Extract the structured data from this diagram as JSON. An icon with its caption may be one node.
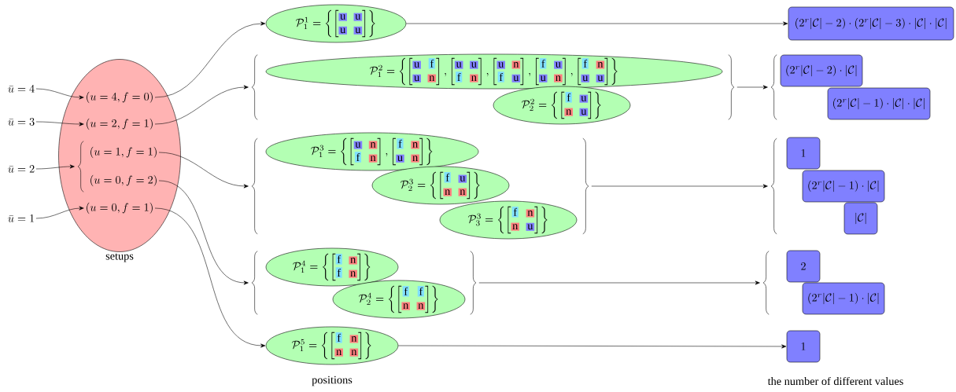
{
  "diagram": {
    "nodes": [
      {
        "text": [
          "\\bar{u} = 4"
        ]
      },
      {
        "text": [
          "\\bar{u} = 3"
        ]
      },
      {
        "text": [
          "\\bar{u} = 2"
        ]
      },
      {
        "text": [
          "\\bar{u} = 1"
        ]
      },
      {
        "text": [
          "setups"
        ]
      },
      {
        "text": [
          "(u = 4, f = 0)"
        ],
        "in": 4
      },
      {
        "text": [
          "(u = 2, f = 1)"
        ],
        "in": 4
      },
      {
        "text": [],
        "shape": "bracket",
        "in": 4
      },
      {
        "text": [
          "(u = 1, f = 1)"
        ],
        "in": 4
      },
      {
        "text": [
          "(u = 0, f = 2)"
        ],
        "in": 4
      },
      {
        "text": [
          "(u = 0, f = 1)"
        ],
        "in": 4
      },
      {
        "text": [
          "\\mathcal{P}^{1}_{1} = \\left\\{ \\begin{bmatrix} \\colorbox{cellu}{$\\mathrm{u}$} & \\colorbox{cellu}{$\\mathrm{u}$} \\\\ \\colorbox{cellu}{$\\mathrm{u}$} & \\colorbox{cellu}{$\\mathrm{u}$} \\end{bmatrix} \\right\\}"
        ]
      },
      {
        "text": [],
        "shape": "bracket"
      },
      {
        "text": [
          "\\mathcal{P}^{2}_{1} = \\left\\{ \\begin{bmatrix} \\colorbox{cellu}{$\\mathrm{u}$} & \\colorbox{cellf}{$\\mathrm{f}$} \\\\ \\colorbox{cellu}{$\\mathrm{u}$} & \\colorbox{celln}{$\\mathrm{n}$} \\end{bmatrix}, \\begin{bmatrix} \\colorbox{cellu}{$\\mathrm{u}$} & \\colorbox{cellu}{$\\mathrm{u}$} \\\\ \\colorbox{cellf}{$\\mathrm{f}$} & \\colorbox{celln}{$\\mathrm{n}$} \\end{bmatrix}, \\begin{bmatrix} \\colorbox{cellu}{$\\mathrm{u}$} & \\colorbox{celln}{$\\mathrm{n}$} \\\\ \\colorbox{cellf}{$\\mathrm{f}$} & \\colorbox{cellu}{$\\mathrm{u}$} \\end{bmatrix}, \\begin{bmatrix} \\colorbox{cellf}{$\\mathrm{f}$} & \\colorbox{cellu}{$\\mathrm{u}$} \\\\ \\colorbox{cellu}{$\\mathrm{u}$} & \\colorbox{celln}{$\\mathrm{n}$} \\end{bmatrix}, \\begin{bmatrix} \\colorbox{cellf}{$\\mathrm{f}$} & \\colorbox{celln}{$\\mathrm{n}$} \\\\ \\colorbox{cellu}{$\\mathrm{u}$} & \\colorbox{cellu}{$\\mathrm{u}$} \\end{bmatrix} \\right\\}"
        ]
      },
      {
        "text": [
          "\\mathcal{P}^{2}_{2} = \\left\\{ \\begin{bmatrix} \\colorbox{cellf}{$\\mathrm{f}$} & \\colorbox{cellu}{$\\mathrm{u}$} \\\\ \\colorbox{celln}{$\\mathrm{n}$} & \\colorbox{cellu}{$\\mathrm{u}$} \\end{bmatrix} \\right\\}"
        ]
      },
      {
        "text": [],
        "shape": "bracket"
      },
      {
        "text": [],
        "shape": "bracket"
      },
      {
        "text": [
          "\\mathcal{P}^{3}_{1} = \\left\\{ \\begin{bmatrix} \\colorbox{cellu}{$\\mathrm{u}$} & \\colorbox{celln}{$\\mathrm{n}$} \\\\ \\colorbox{cellf}{$\\mathrm{f}$} & \\colorbox{celln}{$\\mathrm{n}$} \\end{bmatrix}, \\begin{bmatrix} \\colorbox{cellf}{$\\mathrm{f}$} & \\colorbox{celln}{$\\mathrm{n}$} \\\\ \\colorbox{cellu}{$\\mathrm{u}$} & \\colorbox{celln}{$\\mathrm{n}$} \\end{bmatrix} \\right\\}"
        ]
      },
      {
        "text": [
          "\\mathcal{P}^{3}_{2} = \\left\\{ \\begin{bmatrix} \\colorbox{cellf}{$\\mathrm{f}$} & \\colorbox{cellu}{$\\mathrm{u}$} \\\\ \\colorbox{celln}{$\\mathrm{n}$} & \\colorbox{celln}{$\\mathrm{n}$} \\end{bmatrix} \\right\\}"
        ]
      },
      {
        "text": [
          "\\mathcal{P}^{3}_{3} = \\left\\{ \\begin{bmatrix} \\colorbox{cellf}{$\\mathrm{f}$} & \\colorbox{celln}{$\\mathrm{n}$} \\\\ \\colorbox{celln}{$\\mathrm{n}$} & \\colorbox{cellu}{$\\mathrm{u}$} \\end{bmatrix} \\right\\}"
        ]
      },
      {
        "text": [],
        "shape": "bracket"
      },
      {
        "text": [],
        "shape": "bracket"
      },
      {
        "text": [
          "\\mathcal{P}^{4}_{1} = \\left\\{ \\begin{bmatrix} \\colorbox{cellf}{$\\mathrm{f}$} & \\colorbox{celln}{$\\mathrm{n}$} \\\\ \\colorbox{cellf}{$\\mathrm{f}$} & \\colorbox{celln}{$\\mathrm{n}$} \\end{bmatrix} \\right\\}"
        ]
      },
      {
        "text": [
          "\\mathcal{P}^{4}_{2} = \\left\\{ \\begin{bmatrix} \\colorbox{cellf}{$\\mathrm{f}$} & \\colorbox{cellf}{$\\mathrm{f}$} \\\\ \\colorbox{celln}{$\\mathrm{n}$} & \\colorbox{celln}{$\\mathrm{n}$} \\end{bmatrix} \\right\\}"
        ]
      },
      {
        "text": [],
        "shape": "bracket"
      },
      {
        "text": [
          "\\mathcal{P}^{5}_{1} = \\left\\{ \\begin{bmatrix} \\colorbox{cellf}{$\\mathrm{f}$} & \\colorbox{celln}{$\\mathrm{n}$} \\\\ \\colorbox{celln}{$\\mathrm{n}$} & \\colorbox{celln}{$\\mathrm{n}$} \\end{bmatrix} \\right\\}"
        ]
      },
      {
        "text": [
          "(2^r|\\mathcal{C}| - 2) \\cdot (2^r|\\mathcal{C}| - 3) \\cdot |\\mathcal{C}| \\cdot |\\mathcal{C}|"
        ]
      },
      {
        "text": [],
        "shape": "bracket"
      },
      {
        "text": [
          "(2^r|\\mathcal{C}| - 2) \\cdot |\\mathcal{C}|"
        ]
      },
      {
        "text": [
          "(2^r|\\mathcal{C}| - 1) \\cdot |\\mathcal{C}| \\cdot |\\mathcal{C}|"
        ]
      },
      {
        "text": [],
        "shape": "bracket"
      },
      {
        "text": [
          "1"
        ]
      },
      {
        "text": [
          "(2^r|\\mathcal{C}| - 1) \\cdot |\\mathcal{C}|"
        ]
      },
      {
        "text": [
          "|\\mathcal{C}|"
        ]
      },
      {
        "text": [],
        "shape": "bracket"
      },
      {
        "text": [
          "2"
        ]
      },
      {
        "text": [
          "(2^r|\\mathcal{C}| - 1) \\cdot |\\mathcal{C}|"
        ]
      },
      {
        "text": [
          "1"
        ]
      }
    ],
    "edges": [
      {
        "from": 0,
        "to": 5,
        "arrow": "to"
      },
      {
        "from": 1,
        "to": 6,
        "arrow": "to"
      },
      {
        "from": 2,
        "to": 7,
        "arrow": "to"
      },
      {
        "from": 3,
        "to": 10,
        "arrow": "to"
      },
      {
        "from": 5,
        "to": 11,
        "arrow": "to"
      },
      {
        "from": 6,
        "to": 12,
        "arrow": "to"
      },
      {
        "from": 8,
        "to": 16,
        "arrow": "to"
      },
      {
        "from": 9,
        "to": 21,
        "arrow": "to"
      },
      {
        "from": 10,
        "to": 25,
        "arrow": "to"
      },
      {
        "from": 11,
        "to": 26,
        "arrow": "to"
      },
      {
        "from": 15,
        "to": 27,
        "arrow": "to"
      },
      {
        "from": 20,
        "to": 30,
        "arrow": "to"
      },
      {
        "from": 24,
        "to": 34,
        "arrow": "to"
      },
      {
        "from": 25,
        "to": 37,
        "arrow": "to"
      }
    ],
    "labels": [
      "positions",
      "the number of different values"
    ]
  }
}
